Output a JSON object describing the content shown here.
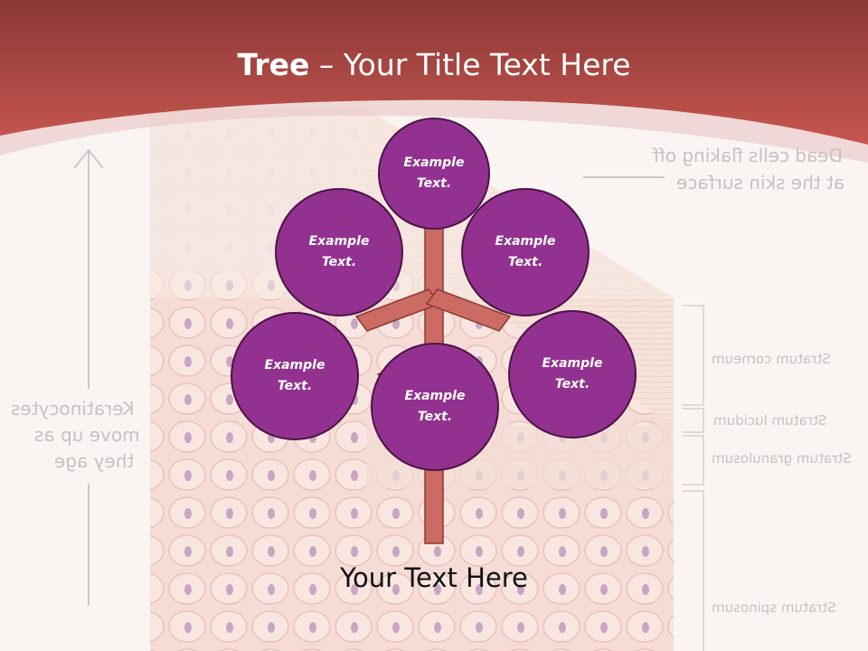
{
  "title": {
    "bold": "Tree",
    "rest": " – Your Title Text Here"
  },
  "background_labels": {
    "dead_cells": [
      "Dead cells flaking off",
      "at the skin surface"
    ],
    "keratinocytes": [
      "Keratinocytes",
      "move up as",
      "they age"
    ],
    "layers": [
      "Stratum corneum",
      "Stratum lucidum",
      "Stratum granulosum",
      "Stratum spinosum"
    ]
  },
  "nodes": [
    {
      "label": "Example Text."
    },
    {
      "label": "Example Text."
    },
    {
      "label": "Example Text."
    },
    {
      "label": "Example Text."
    },
    {
      "label": "Example Text."
    },
    {
      "label": "Example Text."
    }
  ],
  "footer_text": "Your Text Here",
  "colors": {
    "header": "#b9504a",
    "node_fill": "#92318f",
    "node_border": "#4d1448",
    "branch": "#cc6b63",
    "branch_border": "#8a3a34"
  }
}
